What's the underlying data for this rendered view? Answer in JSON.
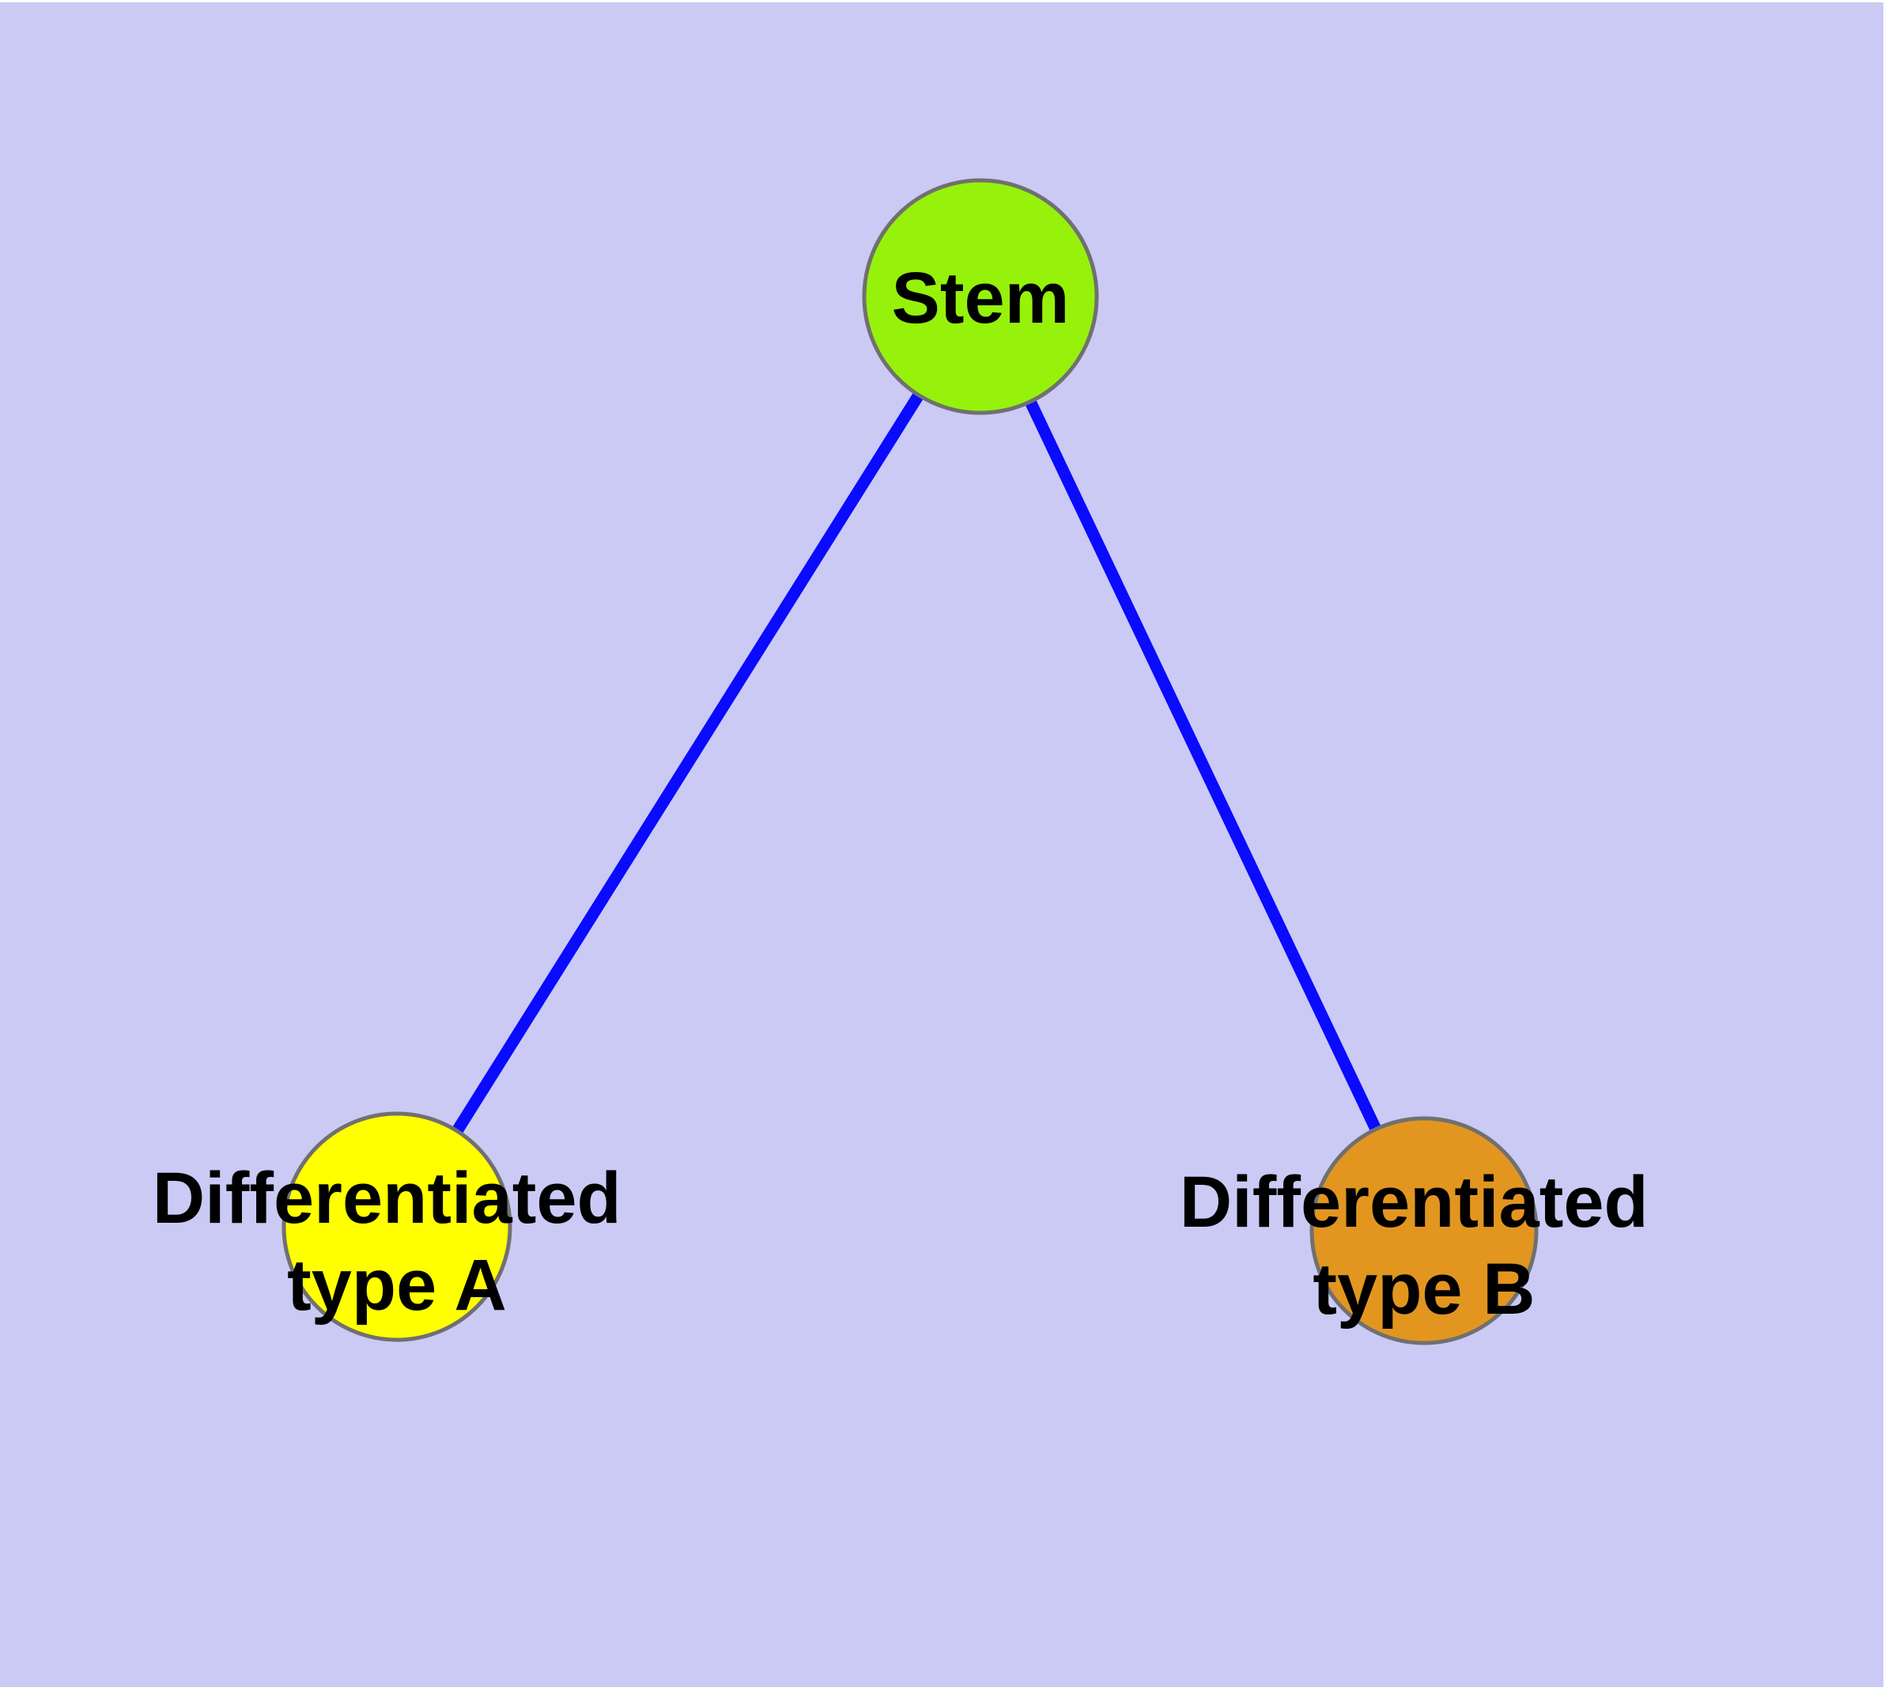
{
  "canvas": {
    "background": "#cacaf5",
    "margin_color": "#ffffff"
  },
  "styles": {
    "edge_color": "#0a0aff",
    "node_border_color": "#707070",
    "label_color": "#000000"
  },
  "nodes": [
    {
      "id": "stem",
      "lines": [
        "Stem"
      ],
      "fill": "#96f20a"
    },
    {
      "id": "type-a",
      "lines": [
        "Differentiated",
        "type A"
      ],
      "fill": "#ffff00"
    },
    {
      "id": "type-b",
      "lines": [
        "Differentiated",
        "type B"
      ],
      "fill": "#e29620"
    }
  ],
  "edges": [
    {
      "from": "Stem",
      "to": "Differentiated type A"
    },
    {
      "from": "Stem",
      "to": "Differentiated type B"
    }
  ]
}
